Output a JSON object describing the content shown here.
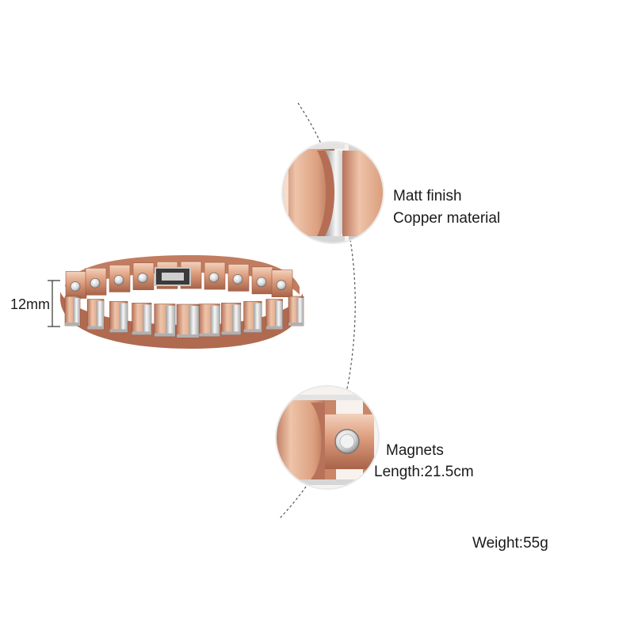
{
  "annotations": {
    "width": "12mm",
    "finish": "Matt finish",
    "material": "Copper material",
    "magnets": "Magnets",
    "length": "Length:21.5cm",
    "weight": "Weight:55g"
  },
  "colors": {
    "copper_light": "#f1c8ad",
    "copper_mid": "#d99573",
    "copper_dark": "#a5614a",
    "silver_light": "#f4f4f4",
    "silver_dark": "#9a9a9a",
    "line": "#444444"
  }
}
